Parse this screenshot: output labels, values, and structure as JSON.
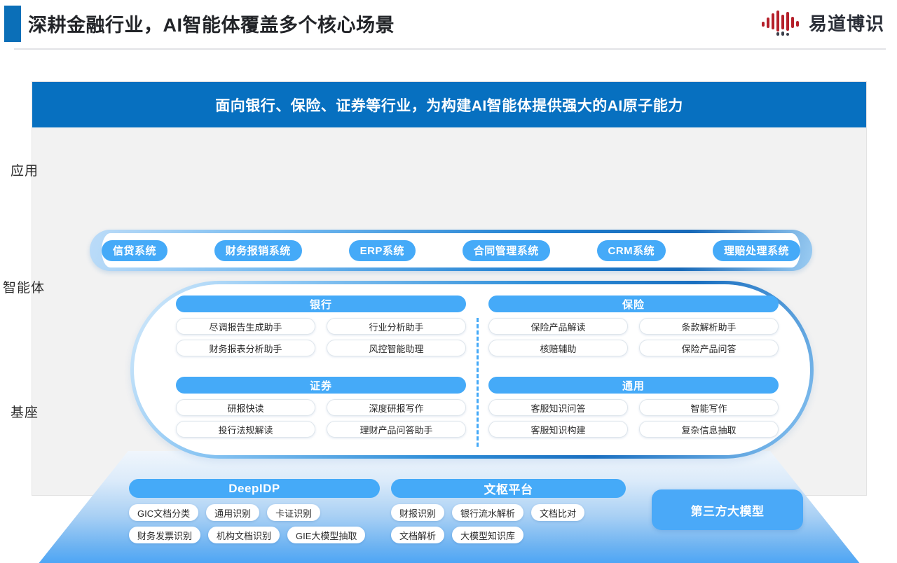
{
  "header": {
    "title": "深耕金融行业，AI智能体覆盖多个核心场景",
    "brand_name": "易道博识",
    "accent_color": "#0b6fb8",
    "logo_color": "#b5202a"
  },
  "banner": {
    "text": "面向银行、保险、证券等行业，为构建AI智能体提供强大的AI原子能力",
    "background": "#0770c0"
  },
  "rows": {
    "application_label": "应用",
    "agent_label": "智能体",
    "base_label": "基座"
  },
  "application": {
    "chips": [
      "信贷系统",
      "财务报销系统",
      "ERP系统",
      "合同管理系统",
      "CRM系统",
      "理赔处理系统"
    ]
  },
  "agent": {
    "quadrants": [
      {
        "title": "银行",
        "items": [
          "尽调报告生成助手",
          "行业分析助手",
          "财务报表分析助手",
          "风控智能助理"
        ]
      },
      {
        "title": "保险",
        "items": [
          "保险产品解读",
          "条款解析助手",
          "核赔辅助",
          "保险产品问答"
        ]
      },
      {
        "title": "证券",
        "items": [
          "研报快读",
          "深度研报写作",
          "投行法规解读",
          "理财产品问答助手"
        ]
      },
      {
        "title": "通用",
        "items": [
          "客服知识问答",
          "智能写作",
          "客服知识构建",
          "复杂信息抽取"
        ]
      }
    ]
  },
  "base": {
    "groups": [
      {
        "title": "DeepIDP",
        "row1": [
          "GIC文档分类",
          "通用识别",
          "卡证识别"
        ],
        "row2": [
          "财务发票识别",
          "机构文档识别",
          "GIE大模型抽取"
        ]
      },
      {
        "title": "文枢平台",
        "row1": [
          "财报识别",
          "银行流水解析",
          "文档比对"
        ],
        "row2": [
          "文档解析",
          "大模型知识库"
        ]
      }
    ],
    "third_party": "第三方大模型"
  },
  "colors": {
    "chip_blue": "#45aaf8",
    "banner_blue": "#0770c0",
    "card_bg": "#f2f2f2"
  }
}
